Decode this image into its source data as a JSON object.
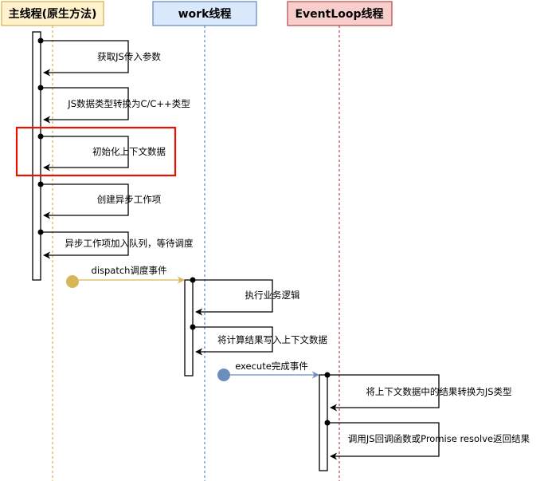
{
  "lanes": {
    "main": {
      "title": "主线程(原生方法)",
      "fill": "#fff2cc",
      "stroke": "#d6b656"
    },
    "work": {
      "title": "work线程",
      "fill": "#dae8fc",
      "stroke": "#6c8ebf"
    },
    "eventloop": {
      "title": "EventLoop线程",
      "fill": "#f8cecc",
      "stroke": "#b85450"
    }
  },
  "main_steps": [
    {
      "label": "获取JS传入参数"
    },
    {
      "label": "JS数据类型转换为C/C++类型"
    },
    {
      "label": "初始化上下文数据",
      "highlighted": true
    },
    {
      "label": "创建异步工作项"
    },
    {
      "label": "异步工作项加入队列，等待调度"
    }
  ],
  "work_steps": [
    {
      "label": "执行业务逻辑"
    },
    {
      "label": "将计算结果写入上下文数据"
    }
  ],
  "eventloop_steps": [
    {
      "label": "将上下文数据中的结果转换为JS类型"
    },
    {
      "label": "调用JS回调函数或Promise resolve返回结果"
    }
  ],
  "events": {
    "dispatch": {
      "label": "dispatch调度事件",
      "color": "#d6b656"
    },
    "execute": {
      "label": "execute完成事件",
      "color": "#6c8ebf"
    }
  },
  "highlight_color": "#e51400"
}
